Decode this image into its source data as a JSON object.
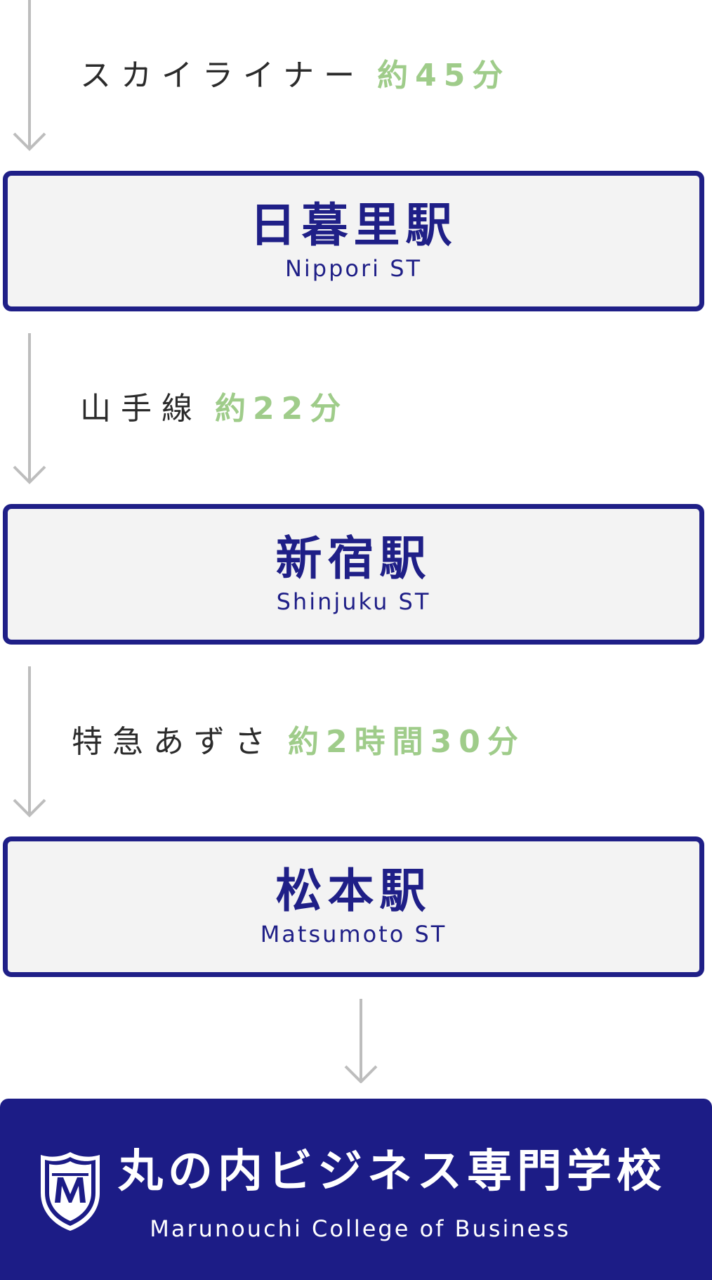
{
  "legs": [
    {
      "line": "スカイライナー",
      "time": "約45分"
    },
    {
      "line": "山手線",
      "time": "約22分"
    },
    {
      "line": "特急あずさ",
      "time": "約2時間30分"
    }
  ],
  "stations": [
    {
      "name": "日暮里駅",
      "name_en": "Nippori ST"
    },
    {
      "name": "新宿駅",
      "name_en": "Shinjuku ST"
    },
    {
      "name": "松本駅",
      "name_en": "Matsumoto ST"
    }
  ],
  "destination": {
    "name": "丸の内ビジネス専門学校",
    "name_en": "Marunouchi College of Business",
    "emblem_icon": "shield-emblem-icon"
  },
  "colors": {
    "navy": "#1f1f87",
    "time_green": "#9fcc8a",
    "arrow_gray": "#bdbdbd",
    "station_bg": "#f3f3f3"
  }
}
